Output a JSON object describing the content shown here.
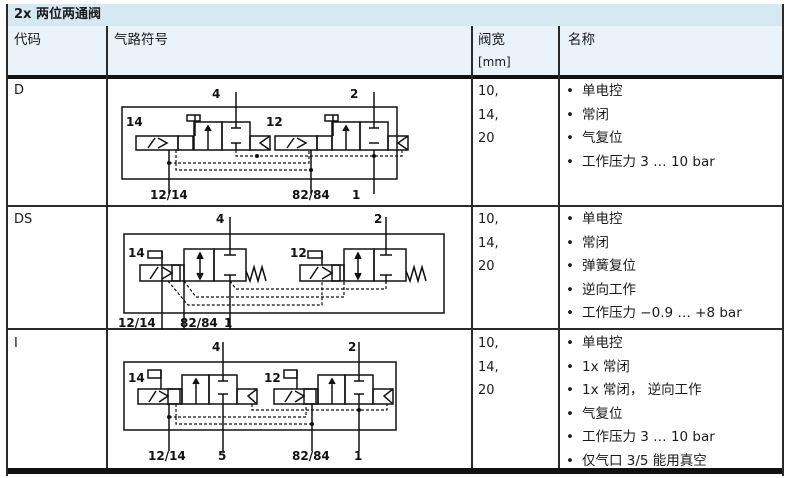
{
  "table": {
    "title": "2x 两位两通阀",
    "headers": {
      "code": "代码",
      "symbol": "气路符号",
      "width": "阀宽",
      "width_unit": "[mm]",
      "name": "名称"
    },
    "rows": [
      {
        "code": "D",
        "sizes": [
          "10,",
          "14,",
          "20"
        ],
        "features": [
          "单电控",
          "常闭",
          "气复位",
          "工作压力 3 … 10 bar"
        ],
        "diagram": {
          "labels_top": [
            "4",
            "2"
          ],
          "labels_side": [
            "14",
            "12"
          ],
          "labels_bottom": [
            "12/14",
            "82/84",
            "1"
          ]
        }
      },
      {
        "code": "DS",
        "sizes": [
          "10,",
          "14,",
          "20"
        ],
        "features": [
          "单电控",
          "常闭",
          "弹簧复位",
          "逆向工作",
          "工作压力 −0.9 … +8 bar"
        ],
        "diagram": {
          "labels_top": [
            "4",
            "2"
          ],
          "labels_side": [
            "14",
            "12"
          ],
          "labels_bottom": [
            "12/14",
            "82/84",
            "1"
          ]
        }
      },
      {
        "code": "I",
        "sizes": [
          "10,",
          "14,",
          "20"
        ],
        "features": [
          "单电控",
          "1x 常闭",
          "1x 常闭， 逆向工作",
          "气复位",
          "工作压力 3 … 10 bar",
          "仅气口 3/5 能用真空"
        ],
        "diagram": {
          "labels_top": [
            "4",
            "2"
          ],
          "labels_side": [
            "14",
            "12"
          ],
          "labels_bottom": [
            "12/14",
            "5",
            "82/84",
            "1"
          ]
        }
      }
    ]
  }
}
